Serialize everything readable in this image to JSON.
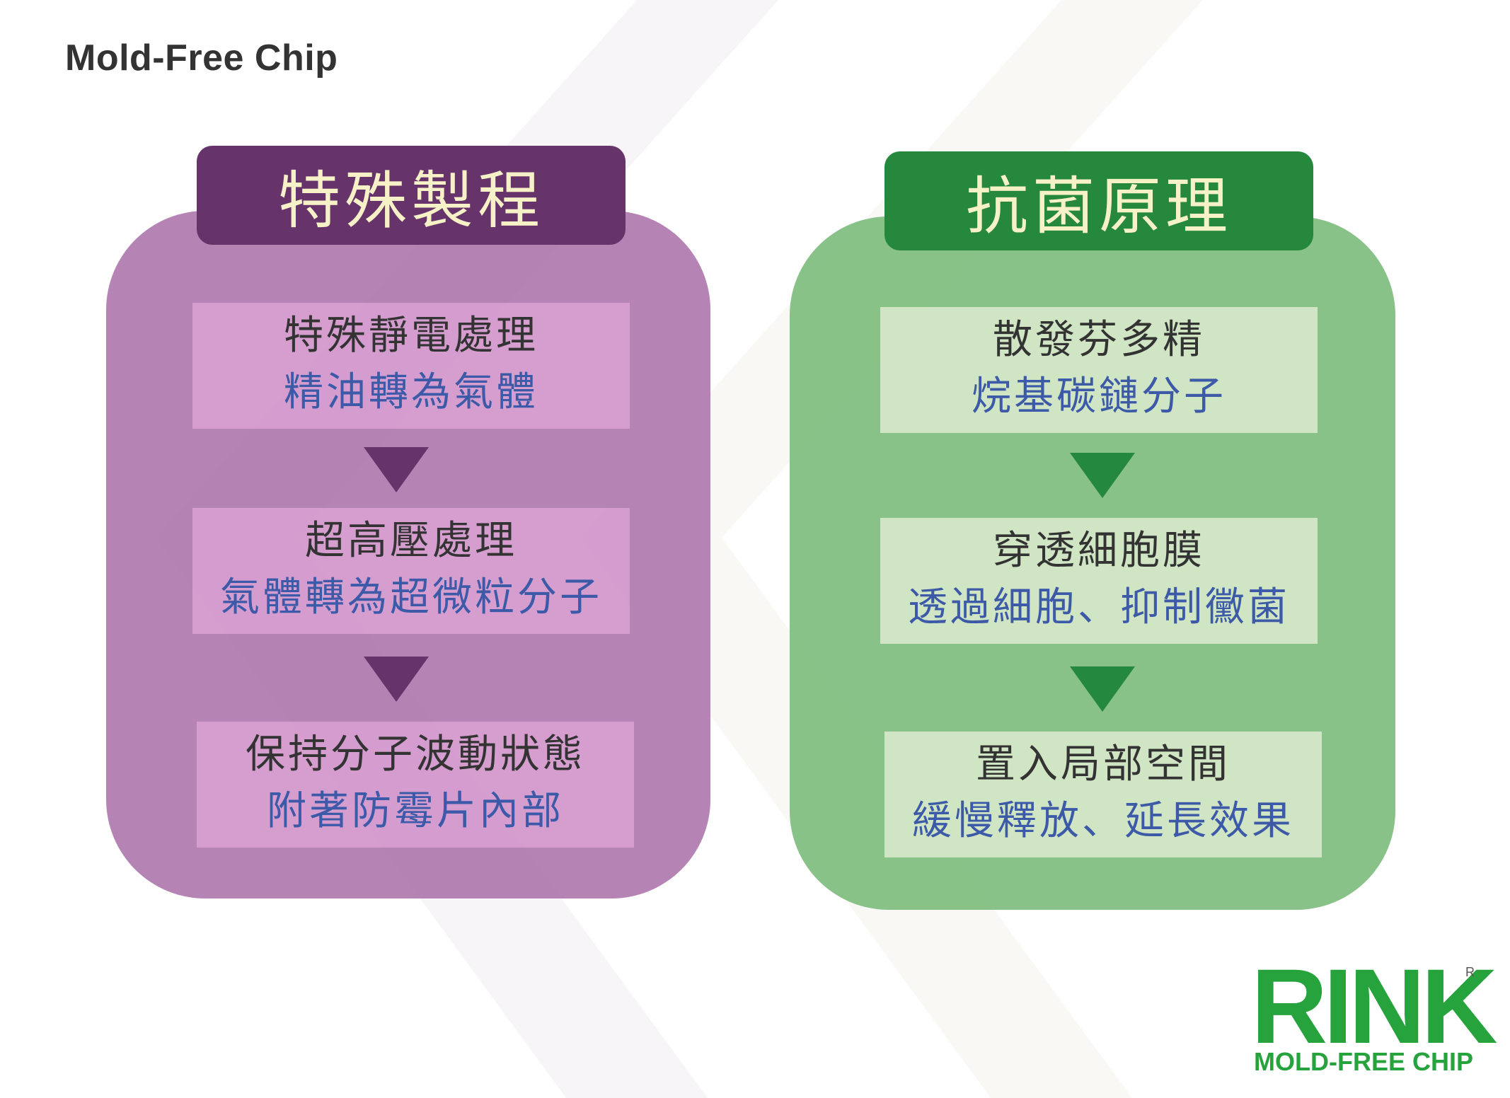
{
  "page": {
    "title": "Mold-Free Chip"
  },
  "colors": {
    "purple_panel": "#a86ea8",
    "purple_header": "#66346a",
    "purple_step": "#daa2d4",
    "green_panel": "#78ba78",
    "green_header": "#25883d",
    "green_step": "#d6e8c8",
    "header_text": "#f7f1c8",
    "main_text": "#333333",
    "sub_text": "#3c5aa8",
    "logo": "#27a33e"
  },
  "left_panel": {
    "header": "特殊製程",
    "steps": [
      {
        "main": "特殊靜電處理",
        "sub": "精油轉為氣體"
      },
      {
        "main": "超高壓處理",
        "sub": "氣體轉為超微粒分子"
      },
      {
        "main": "保持分子波動狀態",
        "sub": "附著防霉片內部"
      }
    ]
  },
  "right_panel": {
    "header": "抗菌原理",
    "steps": [
      {
        "main": "散發芬多精",
        "sub": "烷基碳鏈分子"
      },
      {
        "main": "穿透細胞膜",
        "sub": "透過細胞、抑制黴菌"
      },
      {
        "main": "置入局部空間",
        "sub": "緩慢釋放、延長效果"
      }
    ]
  },
  "logo": {
    "word": "RINK",
    "registered": "R",
    "tagline": "MOLD-FREE CHIP"
  }
}
